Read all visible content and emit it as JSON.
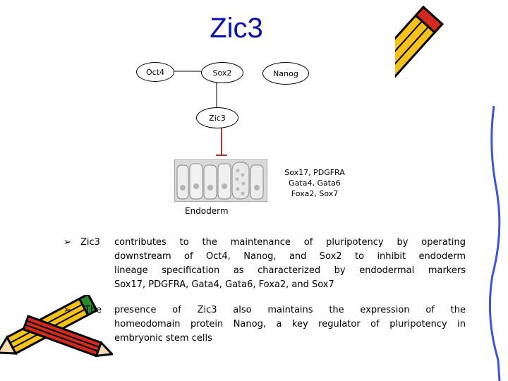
{
  "title": "Zic3",
  "nodes": {
    "oct4": "Oct4",
    "sox2": "Sox2",
    "nanog": "Nanog",
    "zic3": "Zic3"
  },
  "markers": [
    "Sox17, PDGFRA",
    "Gata4, Gata6",
    "Foxa2, Sox7"
  ],
  "tissue_label": "Endoderm",
  "bullets": [
    {
      "head": "Zic3",
      "line1": "contributes to the maintenance of pluripotency by operating",
      "rest": [
        "downstream of Oct4, Nanog, and Sox2 to inhibit endoderm",
        "lineage specification as characterized by endodermal markers",
        "Sox17, PDGFRA, Gata4, Gata6, Foxa2, and Sox7"
      ]
    },
    {
      "head": "The",
      "line1": "presence of Zic3 also maintains the expression of the",
      "rest": [
        "homeodomain protein Nanog, a key regulator of pluripotency in",
        "embryonic stem cells"
      ]
    }
  ],
  "colors": {
    "title": "#0b10b0",
    "inhibit": "#c0302a"
  }
}
